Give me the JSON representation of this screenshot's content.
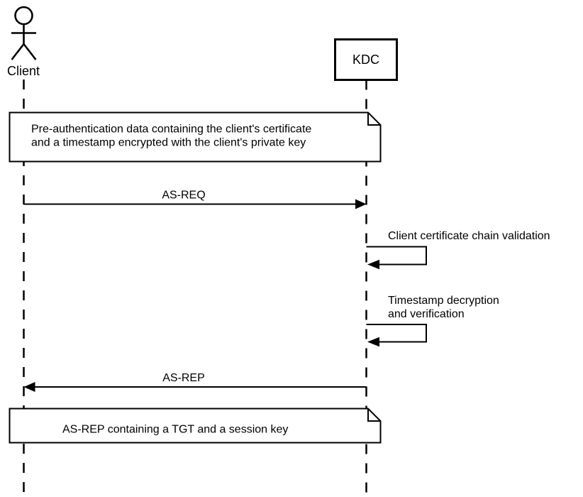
{
  "diagram": {
    "kind": "uml-sequence-diagram",
    "colors": {
      "background": "#ffffff",
      "line": "#000000",
      "text": "#000000",
      "shape_fill": "#ffffff"
    },
    "participants": {
      "client": {
        "label": "Client",
        "kind": "actor"
      },
      "kdc": {
        "label": "KDC",
        "kind": "participant"
      }
    },
    "notes": [
      {
        "lines": [
          "Pre-authentication data containing the client's certificate",
          "and a timestamp encrypted with the client's private key"
        ]
      },
      {
        "lines": [
          "AS-REP containing a TGT and a session key"
        ]
      }
    ],
    "messages": [
      {
        "label": "AS-REQ",
        "from": "Client",
        "to": "KDC",
        "kind": "arrow-right"
      },
      {
        "kind": "self-message",
        "on": "KDC",
        "lines": [
          "Client certificate chain validation"
        ]
      },
      {
        "kind": "self-message",
        "on": "KDC",
        "lines": [
          "Timestamp decryption",
          "and verification"
        ]
      },
      {
        "label": "AS-REP",
        "from": "KDC",
        "to": "Client",
        "kind": "arrow-left"
      }
    ]
  }
}
